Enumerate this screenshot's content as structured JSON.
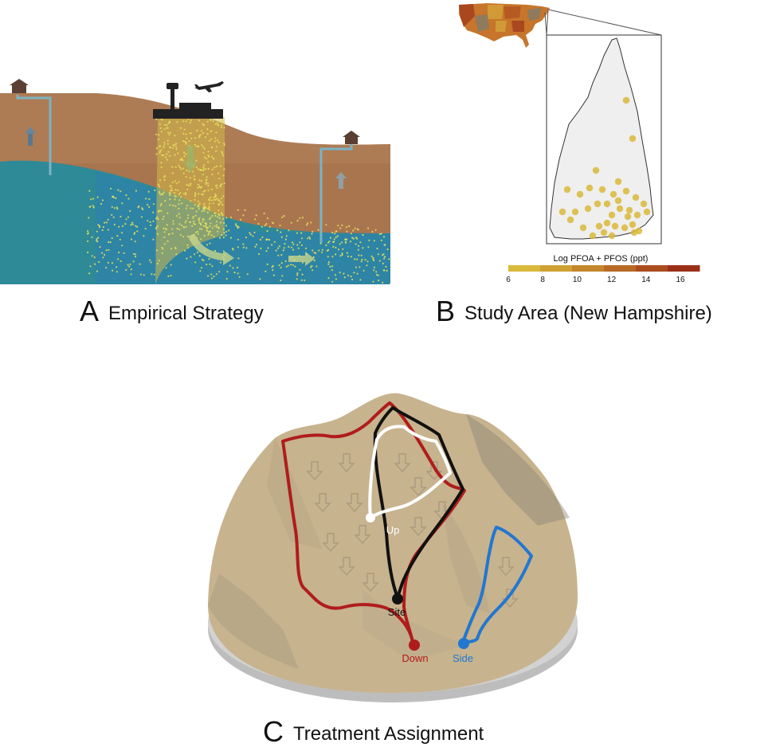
{
  "panels": {
    "a": {
      "letter": "A",
      "title": "Empirical Strategy"
    },
    "b": {
      "letter": "B",
      "title": "Study Area (New Hampshire)"
    },
    "c": {
      "letter": "C",
      "title": "Treatment Assignment"
    }
  },
  "legend": {
    "title": "Log PFOA + PFOS (ppt)",
    "ticks": [
      "6",
      "8",
      "10",
      "12",
      "14",
      "16"
    ],
    "colors": [
      "#d9b93a",
      "#cfa132",
      "#c4862a",
      "#b86a24",
      "#aa4c1e",
      "#9b3018"
    ]
  },
  "watershed_labels": {
    "up": "Up",
    "site": "Site",
    "down": "Down",
    "side": "Side"
  },
  "colors": {
    "soil": "#a9754f",
    "groundwater": "#2f8a97",
    "plume": "#e2d24a",
    "down": "#b01c1c",
    "site": "#111111",
    "up": "#ffffff",
    "side": "#2277d0",
    "terrain": "#c7b38e"
  },
  "icons": {
    "house": "house-icon",
    "airport": "airport-icon",
    "airplane": "airplane-icon",
    "flow_arrow": "arrow-icon"
  }
}
